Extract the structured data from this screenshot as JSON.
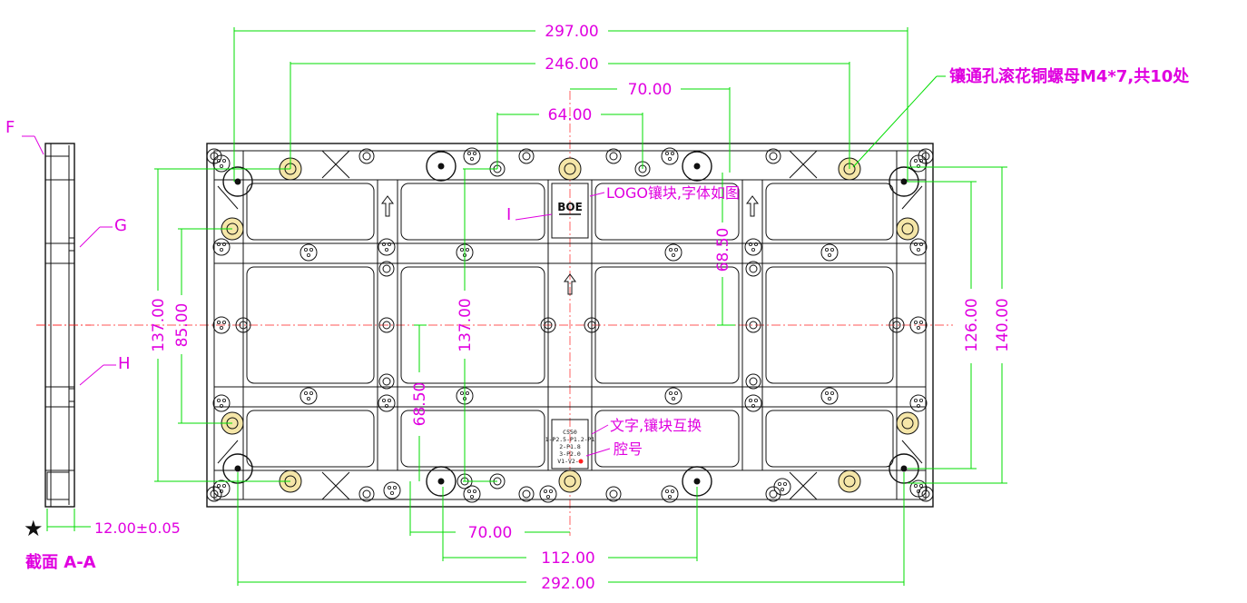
{
  "dimensions": {
    "top_297": "297.00",
    "top_246": "246.00",
    "top_70": "70.00",
    "top_64": "64.00",
    "left_137": "137.00",
    "left_85": "85.00",
    "center_137": "137.00",
    "center_68_top": "68.50",
    "center_68_bottom": "68.50",
    "right_126": "126.00",
    "right_140": "140.00",
    "bottom_70": "70.00",
    "bottom_112": "112.00",
    "bottom_292": "292.00",
    "thickness": "12.00±0.05"
  },
  "callouts": {
    "nut_note": "镶通孔滚花铜螺母M4*7,共10处",
    "logo_note": "LOGO镶块,字体如图",
    "text_note": "文字,镶块互换",
    "cavity_note": "腔号",
    "logo_text": "BOE",
    "plate_lines": [
      "C550",
      "1-P2.5-P1.2-P1",
      "2-P1.8",
      "3-P2.0",
      "V1-V2-"
    ]
  },
  "labels": {
    "F": "F",
    "G": "G",
    "H": "H",
    "I": "I",
    "section_title": "截面  A-A",
    "star": "★"
  },
  "colors": {
    "dimension_text": "#e000e0",
    "dimension_line": "#00dd00",
    "outline": "#111111",
    "centerline": "#ff2020",
    "nut_fill": "#f5e6a8"
  }
}
